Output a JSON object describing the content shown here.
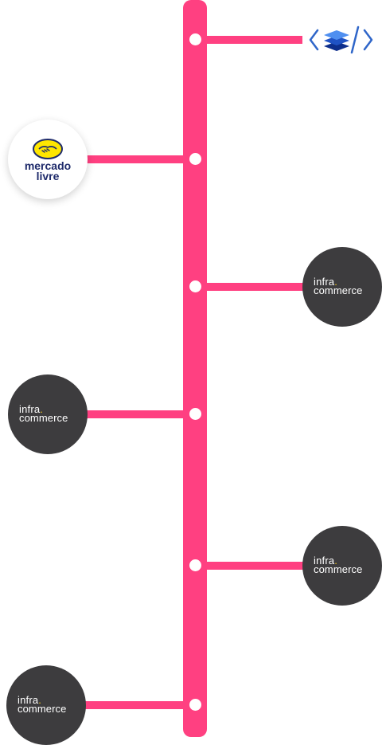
{
  "timeline": {
    "colors": {
      "accent": "#ff4081",
      "dark_circle": "#3d3c3e",
      "infra_accent_dot": "#f0c419"
    },
    "items": [
      {
        "side": "right",
        "logo": "code-layers-icon"
      },
      {
        "side": "left",
        "logo": "mercado-livre",
        "text_line1": "mercado",
        "text_line2": "livre"
      },
      {
        "side": "right",
        "logo": "infracommerce",
        "text_line1": "infra",
        "text_line2": "commerce"
      },
      {
        "side": "left",
        "logo": "infracommerce",
        "text_line1": "infra",
        "text_line2": "commerce"
      },
      {
        "side": "right",
        "logo": "infracommerce",
        "text_line1": "infra",
        "text_line2": "commerce"
      },
      {
        "side": "left",
        "logo": "infracommerce",
        "text_line1": "infra",
        "text_line2": "commerce"
      }
    ]
  }
}
